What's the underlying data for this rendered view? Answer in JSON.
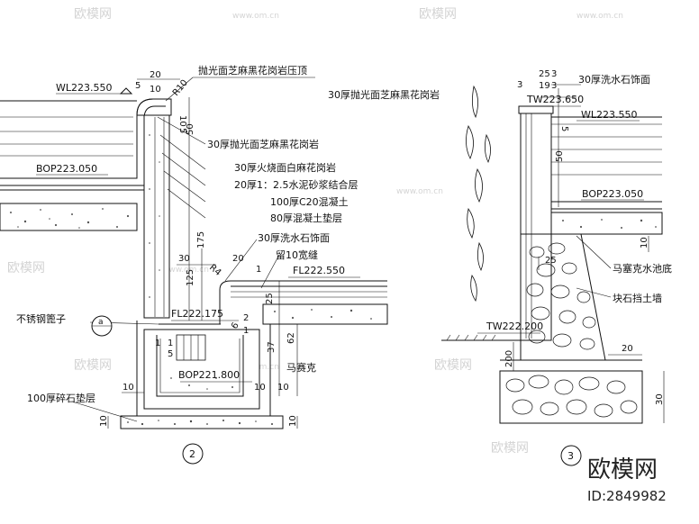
{
  "left_detail": {
    "number": "2",
    "elevations": {
      "wl": "WL223.550",
      "bop_top": "BOP223.050",
      "fl_lower": "FL222.175",
      "fl_upper": "FL222.550",
      "bop_bottom": "BOP221.800"
    },
    "callouts": {
      "coping": "抛光面芝麻黑花岗岩压顶",
      "granite30": "30厚抛光面芝麻黑花岗岩",
      "flamed": "30厚火烧面白麻花岗岩",
      "mortar": "20厚1：2.5水泥砂浆结合层",
      "concrete": "100厚C20混凝土",
      "cushion": "80厚混凝土垫层",
      "washed": "30厚洗水石饰面",
      "gap": "留10宽缝",
      "grate": "不锈钢篦子",
      "grate_mark": "a",
      "mosaic": "马赛克",
      "gravel": "100厚碎石垫层"
    },
    "dims": {
      "d20": "20",
      "d5": "5",
      "d10a": "10",
      "r10": "R10",
      "d10b": "10",
      "d5b": "5",
      "d50": "50",
      "d175": "175",
      "d30": "30",
      "d125": "125",
      "r4": "R4",
      "d20b": "20",
      "d1": "1",
      "d25": "25",
      "d2": "2",
      "d6": "6",
      "d1b": "1",
      "d62": "62",
      "d37": "37",
      "d1c": "1",
      "d1d": "1",
      "d5c": "5",
      "d10c": "10",
      "d10d": "10",
      "d10e": "10",
      "d10f": "10",
      "d10g": "10"
    }
  },
  "right_detail": {
    "number": "3",
    "elevations": {
      "tw_top": "TW223.650",
      "wl": "WL223.550",
      "bop": "BOP223.050",
      "tw_bottom": "TW222.200"
    },
    "callouts": {
      "washed": "30厚洗水石饰面",
      "granite": "30厚抛光面芝麻黑花岗岩",
      "mosaic_bottom": "马塞克水池底",
      "rubble_wall": "块石挡土墙"
    },
    "dims": {
      "d3a": "3",
      "d25": "25",
      "d3b": "3",
      "d19": "19",
      "d3c": "3",
      "d5": "5",
      "d50": "50",
      "d10": "10",
      "d25b": "25",
      "d20": "20",
      "d200": "200",
      "d30": "30"
    }
  },
  "watermark": {
    "text": "欧模网",
    "url": "www.om.cn",
    "brand": "欧模网",
    "id": "ID:2849982"
  }
}
